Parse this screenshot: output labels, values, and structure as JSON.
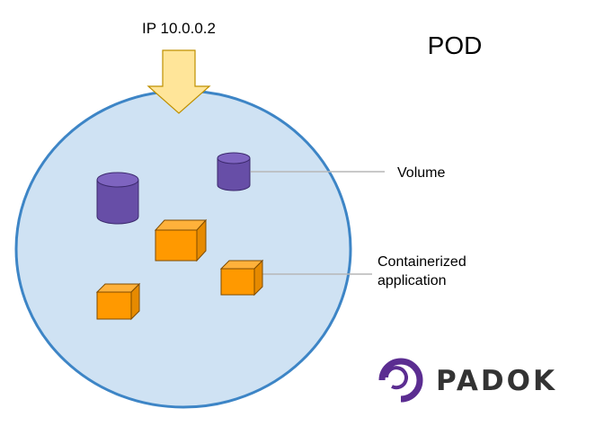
{
  "diagram": {
    "title": "POD",
    "ip_label": "IP 10.0.0.2",
    "volume_label": "Volume",
    "container_label_line1": "Containerized",
    "container_label_line2": "application",
    "logo_text": "PADOK"
  },
  "colors": {
    "pod_fill": "#cfe2f3",
    "pod_stroke": "#3d85c6",
    "arrow_fill": "#ffe599",
    "arrow_stroke": "#bf9000",
    "volume_fill": "#674ea7",
    "volume_top": "#7e64c0",
    "container_front": "#ff9900",
    "container_side": "#e68a00",
    "leader_line": "#b7b7b7",
    "logo_purple": "#5b2d91",
    "logo_text": "#333333"
  }
}
